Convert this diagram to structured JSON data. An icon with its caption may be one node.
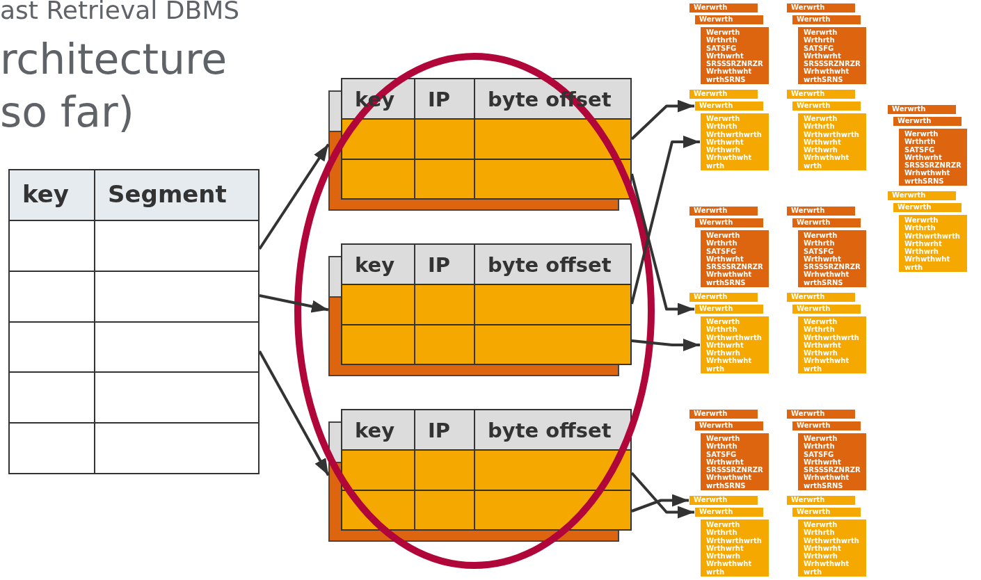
{
  "diagram": {
    "title": "rchitecture so far)",
    "nodes": [
      {
        "text": [
          "key",
          "Segment"
        ]
      },
      {
        "text": [
          "key",
          "IP",
          "byte offset"
        ]
      },
      {
        "text": [
          "key",
          "IP",
          "byte offset"
        ]
      },
      {
        "text": [
          "key",
          "IP",
          "byte offset"
        ]
      },
      {
        "text": [
          "Werwrth"
        ]
      },
      {
        "text": [
          "Werwrth"
        ]
      },
      {
        "text": [
          "Werwrth Wrthrth SATSFG Wrthwrht SRSSSRZNRZR Wrhwthwht wrthSRNS"
        ]
      },
      {
        "text": [
          "Werwrth"
        ]
      },
      {
        "text": [
          "Werwrth"
        ]
      },
      {
        "text": [
          "Werwrth Wrthrth Wrthwrthwrth Wrthwrht Wrthwrh Wrhwthwht wrth"
        ]
      },
      {
        "text": [
          "Werwrth"
        ]
      },
      {
        "text": [
          "Werwrth"
        ]
      },
      {
        "text": [
          "Werwrth Wrthrth SATSFG Wrthwrht SRSSSRZNRZR Wrhwthwht wrthSRNS"
        ]
      },
      {
        "text": [
          "Werwrth"
        ]
      },
      {
        "text": [
          "Werwrth"
        ]
      },
      {
        "text": [
          "Werwrth Wrthrth Wrthwrthwrth Wrthwrht Wrthwrh Wrhwthwht wrth"
        ]
      },
      {
        "text": [
          "Werwrth"
        ]
      },
      {
        "text": [
          "Werwrth"
        ]
      },
      {
        "text": [
          "Werwrth Wrthrth SATSFG Wrthwrht SRSSSRZNRZR Wrhwthwht wrthSRNS"
        ]
      },
      {
        "text": [
          "Werwrth"
        ]
      },
      {
        "text": [
          "Werwrth"
        ]
      },
      {
        "text": [
          "Werwrth Wrthrth Wrthwrthwrth Wrthwrht Wrthwrh Wrhwthwht wrth"
        ]
      },
      {
        "text": [
          "Werwrth"
        ]
      },
      {
        "text": [
          "Werwrth"
        ]
      },
      {
        "text": [
          "Werwrth Wrthrth SATSFG Wrthwrht SRSSSRZNRZR Wrhwthwht wrthSRNS"
        ]
      },
      {
        "text": [
          "Werwrth"
        ]
      },
      {
        "text": [
          "Werwrth"
        ]
      },
      {
        "text": [
          "Werwrth Wrthrth Wrthwrthwrth Wrthwrht Wrthwrh Wrhwthwht wrth"
        ]
      },
      {
        "text": [
          "Werwrth"
        ]
      },
      {
        "text": [
          "Werwrth"
        ]
      },
      {
        "text": [
          "Werwrth Wrthrth SATSFG Wrthwrht SRSSSRZNRZR Wrhwthwht wrthSRNS"
        ]
      },
      {
        "text": [
          "Werwrth"
        ]
      },
      {
        "text": [
          "Werwrth"
        ]
      },
      {
        "text": [
          "Werwrth Wrthrth Wrthwrthwrth Wrthwrht Wrthwrh Wrhwthwht wrth"
        ]
      },
      {
        "text": [
          "Werwrth"
        ]
      },
      {
        "text": [
          "Werwrth"
        ]
      },
      {
        "text": [
          "Werwrth Wrthrth SATSFG Wrthwrht SRSSSRZNRZR Wrhwthwht wrthSRNS"
        ]
      },
      {
        "text": [
          "Werwrth"
        ]
      },
      {
        "text": [
          "Werwrth"
        ]
      },
      {
        "text": [
          "Werwrth Wrthrth Wrthwrthwrth Wrthwrht Wrthwrh Wrhwthwht wrth"
        ]
      },
      {
        "text": [
          "Werwrth"
        ]
      },
      {
        "text": [
          "Werwrth"
        ]
      },
      {
        "text": [
          "Werwrth Wrthrth SATSFG Wrthwrht SRSSSRZNRZR Wrhwthwht wrthSRNS"
        ]
      },
      {
        "text": [
          "Werwrth"
        ]
      },
      {
        "text": [
          "Werwrth"
        ]
      },
      {
        "text": [
          "Werwrth Wrthrth Wrthwrthwrth Wrthwrht Wrthwrh Wrhwthwht wrth"
        ]
      }
    ],
    "edges": [
      {
        "from": 0,
        "to": 1,
        "arrow": "to"
      },
      {
        "from": 0,
        "to": 2,
        "arrow": "to"
      },
      {
        "from": 0,
        "to": 3,
        "arrow": "to"
      },
      {
        "from": 1,
        "to": 8,
        "arrow": "to"
      },
      {
        "from": 1,
        "to": 32,
        "arrow": "to"
      },
      {
        "from": 2,
        "to": 9,
        "arrow": "to"
      },
      {
        "from": 2,
        "to": 33,
        "arrow": "to"
      },
      {
        "from": 3,
        "to": 44,
        "arrow": "to"
      },
      {
        "from": 3,
        "to": 43,
        "arrow": "to"
      }
    ],
    "labels": [
      "ast Retrieval DBMS"
    ]
  }
}
